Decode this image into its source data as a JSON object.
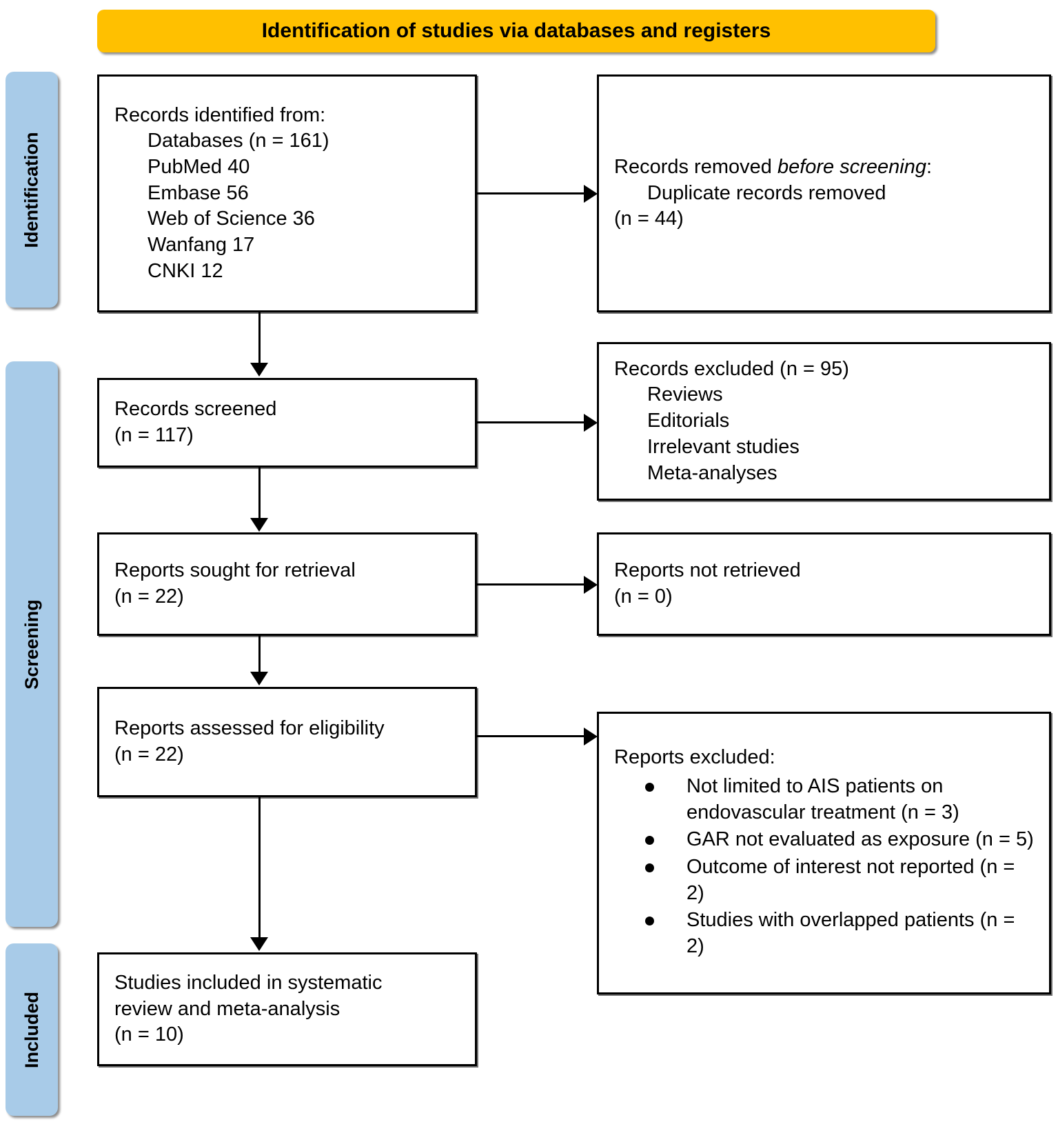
{
  "banner": {
    "title": "Identification of studies via databases and registers"
  },
  "stages": [
    {
      "id": "identification",
      "label": "Identification"
    },
    {
      "id": "screening",
      "label": "Screening"
    },
    {
      "id": "included",
      "label": "Included"
    }
  ],
  "boxes": {
    "identified": {
      "heading": "Records identified from:",
      "lines": [
        "Databases (n = 161)",
        "PubMed 40",
        "Embase 56",
        "Web of Science 36",
        "Wanfang 17",
        "CNKI 12"
      ]
    },
    "removed": {
      "heading_pre": "Records removed ",
      "heading_italic": "before screening",
      "heading_post": ":",
      "lines": [
        "Duplicate records removed",
        "(n = 44)"
      ]
    },
    "screened": {
      "line1": "Records screened",
      "line2": "(n = 117)"
    },
    "records_excluded": {
      "heading": "Records excluded (n = 95)",
      "lines": [
        "Reviews",
        "Editorials",
        "Irrelevant studies",
        "Meta-analyses"
      ]
    },
    "sought": {
      "line1": "Reports sought for retrieval",
      "line2": "(n = 22)"
    },
    "not_retrieved": {
      "line1": "Reports not retrieved",
      "line2": "(n = 0)"
    },
    "assessed": {
      "line1": "Reports assessed for eligibility",
      "line2": "(n = 22)"
    },
    "reports_excluded": {
      "heading": "Reports excluded:",
      "bullets": [
        "Not limited to AIS patients on endovascular treatment (n = 3)",
        "GAR not evaluated as exposure (n = 5)",
        "Outcome of interest not reported (n = 2)",
        "Studies with overlapped patients (n = 2)"
      ]
    },
    "included": {
      "line1": "Studies included in systematic",
      "line2": "review and meta-analysis",
      "line3": "(n = 10)"
    }
  },
  "colors": {
    "banner_background": "#FFC000",
    "stage_background": "#A8CBE8",
    "box_border": "#000000",
    "text": "#000000"
  }
}
